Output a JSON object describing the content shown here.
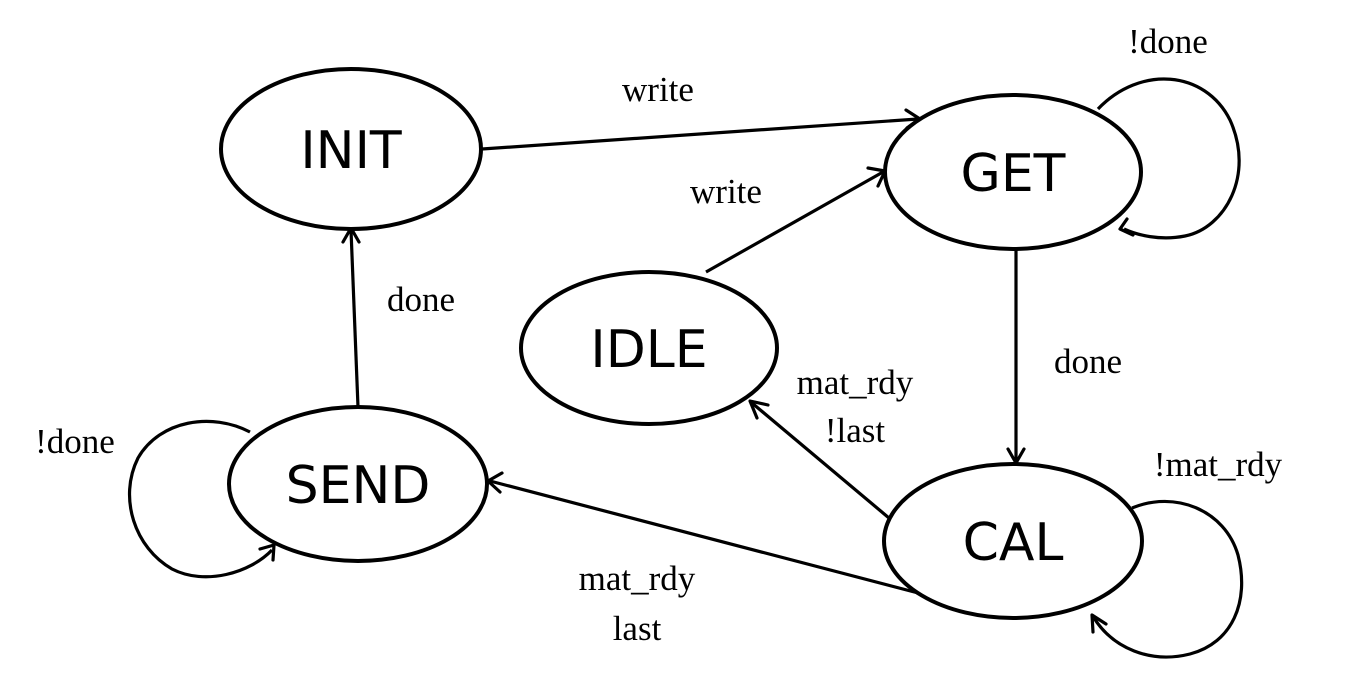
{
  "states": {
    "init": "INIT",
    "get": "GET",
    "idle": "IDLE",
    "send": "SEND",
    "cal": "CAL"
  },
  "transitions": {
    "init_to_get": [
      "write"
    ],
    "idle_to_get": [
      "write"
    ],
    "get_self": [
      "!done"
    ],
    "get_to_cal": [
      "done"
    ],
    "send_to_init": [
      "done"
    ],
    "send_self": [
      "!done"
    ],
    "cal_to_idle": [
      "mat_rdy",
      "!last"
    ],
    "cal_self": [
      "!mat_rdy"
    ],
    "cal_to_send": [
      "mat_rdy",
      "last"
    ]
  },
  "colors": {
    "stroke": "#000000",
    "background": "#ffffff"
  }
}
